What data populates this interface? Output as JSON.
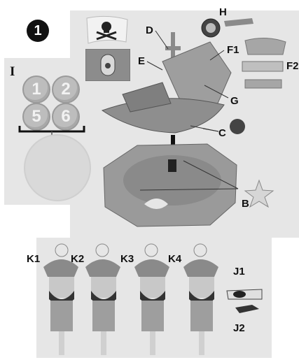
{
  "step": {
    "number": "1"
  },
  "part_labels": {
    "B": "B",
    "C": "C",
    "D": "D",
    "E": "E",
    "F1": "F1",
    "F2": "F2",
    "G": "G",
    "H": "H",
    "I": "I",
    "J1": "J1",
    "J2": "J2",
    "K1": "K1",
    "K2": "K2",
    "K3": "K3",
    "K4": "K4"
  },
  "coins": [
    "1",
    "2",
    "5",
    "6"
  ],
  "icons": {
    "flag": "skull-crossbones-flag",
    "compass": "compass-icon",
    "cannonball": "cannonball",
    "starfish": "starfish",
    "pirate_head": "skull-icon"
  },
  "colors": {
    "panel_gray": "#e6e6e6",
    "part_gray": "#9e9e9e",
    "dark": "#111111"
  }
}
